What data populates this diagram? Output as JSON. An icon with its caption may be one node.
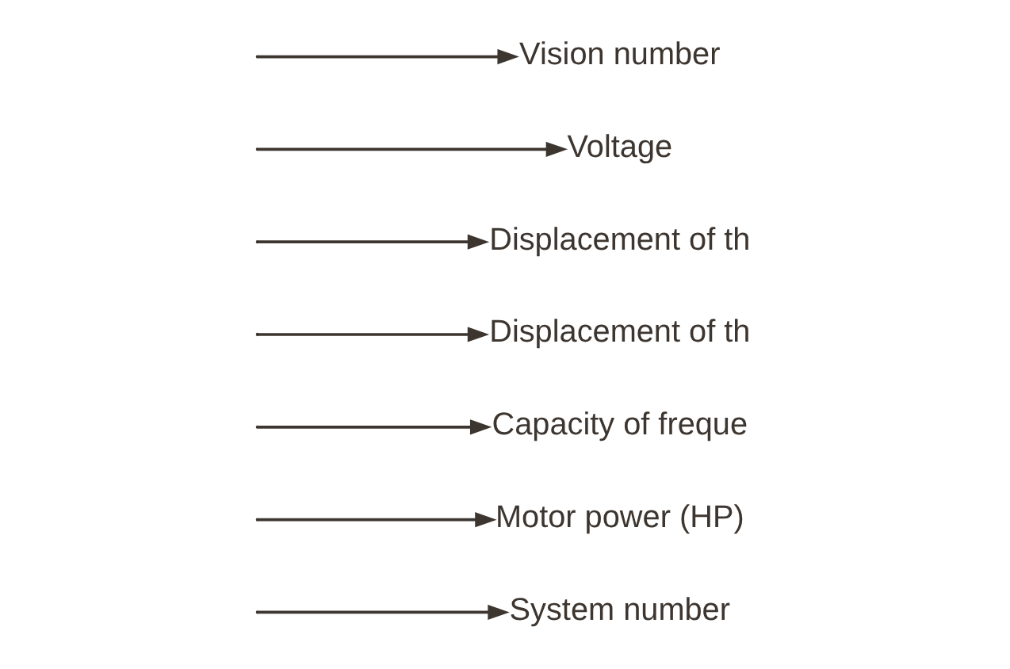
{
  "diagram": {
    "nodes": [
      {
        "text": [
          "Vision number"
        ]
      },
      {
        "text": [
          "Voltage"
        ]
      },
      {
        "text": [
          "Displacement of th"
        ]
      },
      {
        "text": [
          "Displacement of th"
        ]
      },
      {
        "text": [
          "Capacity of freque"
        ]
      },
      {
        "text": [
          "Motor power (HP)"
        ]
      },
      {
        "text": [
          "System number"
        ]
      }
    ],
    "edges": [
      {
        "from": null,
        "to": 0,
        "arrow": "to"
      },
      {
        "from": null,
        "to": 1,
        "arrow": "to"
      },
      {
        "from": null,
        "to": 2,
        "arrow": "to"
      },
      {
        "from": null,
        "to": 3,
        "arrow": "to"
      },
      {
        "from": null,
        "to": 4,
        "arrow": "to"
      },
      {
        "from": null,
        "to": 5,
        "arrow": "to"
      },
      {
        "from": null,
        "to": 6,
        "arrow": "to"
      }
    ]
  }
}
